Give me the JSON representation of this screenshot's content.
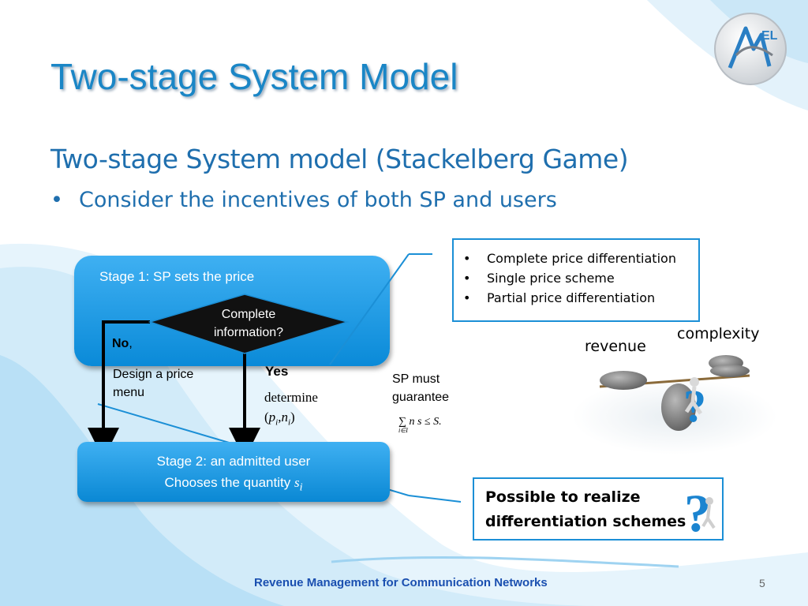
{
  "slide": {
    "title": "Two-stage System Model",
    "subtitle": "Two-stage System model (Stackelberg Game)",
    "bullet": "Consider the incentives of both SP and users",
    "footer": "Revenue Management for Communication Networks",
    "page_number": "5"
  },
  "diagram": {
    "stage1_label": "Stage 1: SP sets the price",
    "decision_line1": "Complete",
    "decision_line2": "information?",
    "no_label": "No",
    "no_comma": ",",
    "no_action_line1": "Design a price",
    "no_action_line2": "menu",
    "yes_label": "Yes",
    "yes_action": "determine",
    "yes_vars": {
      "p": "p",
      "i": "i",
      "n": "n"
    },
    "stage2_line1": "Stage 2: an admitted user",
    "stage2_line2": "Chooses the quantity",
    "stage2_var": "s",
    "stage2_sub": "i",
    "constraint_line1": "SP must",
    "constraint_line2": "guarantee",
    "constraint_formula": "∑ n s ≤ S.",
    "constraint_sub": "i∈I"
  },
  "schemes_box": {
    "items": [
      "Complete price differentiation",
      "Single price scheme",
      "Partial price differentiation"
    ]
  },
  "balance_image": {
    "label_left": "revenue",
    "label_right": "complexity"
  },
  "conclusion_box": {
    "line1": "Possible to realize",
    "line2": "differentiation schemes"
  },
  "colors": {
    "title": "#1a86c6",
    "stage_box": "#1496e2",
    "box_border": "#1b8fd6",
    "footer": "#1a4fb0"
  }
}
